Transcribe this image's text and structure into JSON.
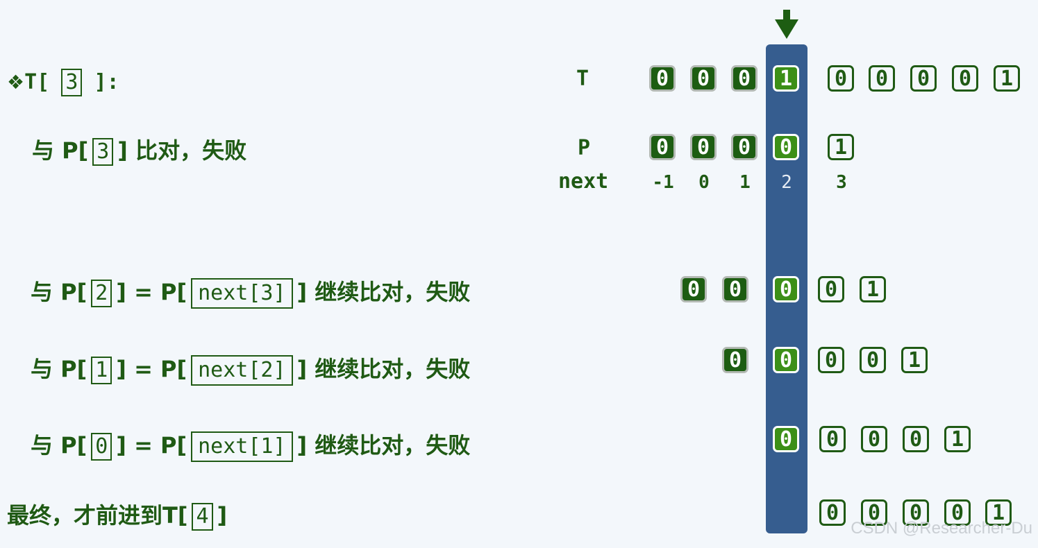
{
  "lines": {
    "l1": {
      "bullet": "❖",
      "pre": "T[",
      "box": "3",
      "post": "]:"
    },
    "l2": {
      "pre": "与 P[",
      "box": "3",
      "post": "] 比对，失败"
    },
    "l3": {
      "pre": "与 P[",
      "box": "2",
      "mid": "] = P[",
      "box2": "next[3]",
      "post": "] 继续比对，失败"
    },
    "l4": {
      "pre": "与 P[",
      "box": "1",
      "mid": "] = P[",
      "box2": "next[2]",
      "post": "] 继续比对，失败"
    },
    "l5": {
      "pre": "与 P[",
      "box": "0",
      "mid": "] = P[",
      "box2": "next[1]",
      "post": "] 继续比对，失败"
    },
    "l6": {
      "pre": "最终，才前进到T[",
      "box": "4",
      "post": "]"
    }
  },
  "labels": {
    "t": "T",
    "p": "P",
    "next": "next"
  },
  "next_values": [
    "-1",
    "0",
    "1",
    "2",
    "3"
  ],
  "rows": {
    "T": [
      "0",
      "0",
      "0",
      "1",
      "0",
      "0",
      "0",
      "0",
      "1"
    ],
    "P": [
      "0",
      "0",
      "0",
      "0",
      "1"
    ],
    "r3": [
      "0",
      "0",
      "0",
      "0",
      "1"
    ],
    "r4": [
      "0",
      "0",
      "0",
      "0",
      "1"
    ],
    "r5": [
      "0",
      "0",
      "0",
      "0",
      "1"
    ],
    "r6": [
      "0",
      "0",
      "0",
      "0",
      "1"
    ]
  },
  "arrow_icon": "down-arrow-icon",
  "colors": {
    "text": "#1f5a14",
    "bar": "#365d8f",
    "highlight": "#3c8f17",
    "dark": "#1d5d12"
  },
  "watermark": "CSDN @Researcher-Du"
}
